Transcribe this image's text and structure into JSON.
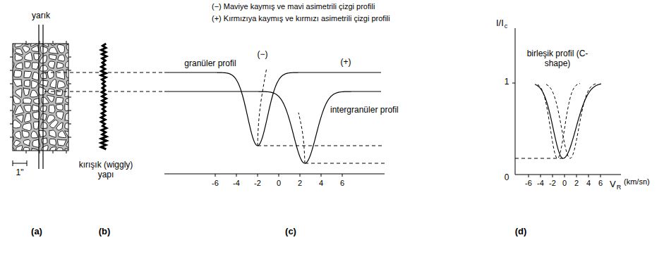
{
  "diagram": {
    "labels": [
      "(−) Maviye kaymış ve mavi asimetrili çizgi profili",
      "(+) Kırmızıya kaymış ve kırmızı asimetrili çizgi profili",
      "yarık",
      "1\"",
      "kırışık (wiggly) yapı",
      "(−)",
      "granüler profil",
      "(+)",
      "intergranüler profil",
      "-6",
      "-4",
      "-2",
      "0",
      "2",
      "4",
      "6",
      "I/I",
      "c",
      "1",
      "0",
      "birleşik profil (C-shape)",
      "-6",
      "-4",
      "-2",
      "0",
      "2",
      "4",
      "6",
      "V",
      "R",
      "(km/sn)",
      "(a)",
      "(b)",
      "(c)",
      "(d)"
    ]
  }
}
